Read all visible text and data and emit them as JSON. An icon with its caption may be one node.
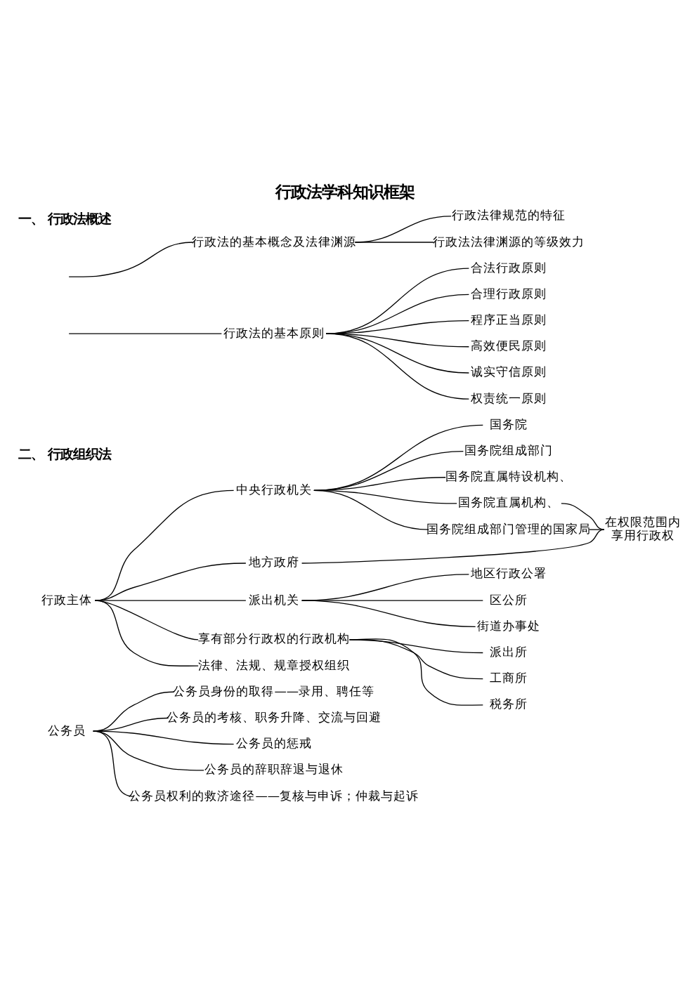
{
  "diagram": {
    "title": "行政法学科知识框架",
    "nodes": [
      {
        "text": [
          "行政法的基本概念及法律渊源"
        ]
      },
      {
        "text": [
          "行政法律规范的特征"
        ]
      },
      {
        "text": [
          "行政法法律渊源的等级效力"
        ]
      },
      {
        "text": [
          "行政法的基本原则"
        ]
      },
      {
        "text": [
          "合法行政原则"
        ]
      },
      {
        "text": [
          "合理行政原则"
        ]
      },
      {
        "text": [
          "程序正当原则"
        ]
      },
      {
        "text": [
          "高效便民原则"
        ]
      },
      {
        "text": [
          "诚实守信原则"
        ]
      },
      {
        "text": [
          "权责统一原则"
        ]
      },
      {
        "text": [
          "行政主体"
        ]
      },
      {
        "text": [
          "中央行政机关"
        ]
      },
      {
        "text": [
          "国务院"
        ]
      },
      {
        "text": [
          "国务院组成部门"
        ]
      },
      {
        "text": [
          "国务院直属特设机构、"
        ]
      },
      {
        "text": [
          "国务院直属机构、"
        ]
      },
      {
        "text": [
          "国务院组成部门管理的国家局"
        ]
      },
      {
        "text": [
          "在权限范围内享用行政权"
        ]
      },
      {
        "text": [
          "地方政府"
        ]
      },
      {
        "text": [
          "派出机关"
        ]
      },
      {
        "text": [
          "地区行政公署"
        ]
      },
      {
        "text": [
          "区公所"
        ]
      },
      {
        "text": [
          "街道办事处"
        ]
      },
      {
        "text": [
          "享有部分行政权的行政机构"
        ]
      },
      {
        "text": [
          "派出所"
        ]
      },
      {
        "text": [
          "工商所"
        ]
      },
      {
        "text": [
          "税务所"
        ]
      },
      {
        "text": [
          "法律、法规、规章授权组织"
        ]
      },
      {
        "text": [
          "公务员"
        ]
      },
      {
        "text": [
          "公务员身份的取得——录用、聘任等"
        ]
      },
      {
        "text": [
          "公务员的考核、职务升降、交流与回避"
        ]
      },
      {
        "text": [
          "公务员的惩戒"
        ]
      },
      {
        "text": [
          "公务员的辞职辞退与退休"
        ]
      },
      {
        "text": [
          "公务员权利的救济途径——复核与申诉；仲裁与起诉"
        ]
      }
    ],
    "edges": [
      {
        "from": null,
        "to": 0,
        "arrow": "none"
      },
      {
        "from": null,
        "to": 3,
        "arrow": "none"
      },
      {
        "from": 0,
        "to": 1,
        "arrow": "none"
      },
      {
        "from": 0,
        "to": 2,
        "arrow": "none"
      },
      {
        "from": 3,
        "to": 4,
        "arrow": "none"
      },
      {
        "from": 3,
        "to": 5,
        "arrow": "none"
      },
      {
        "from": 3,
        "to": 6,
        "arrow": "none"
      },
      {
        "from": 3,
        "to": 7,
        "arrow": "none"
      },
      {
        "from": 3,
        "to": 8,
        "arrow": "none"
      },
      {
        "from": 3,
        "to": 9,
        "arrow": "none"
      },
      {
        "from": 10,
        "to": 11,
        "arrow": "none"
      },
      {
        "from": 10,
        "to": 18,
        "arrow": "none"
      },
      {
        "from": 10,
        "to": 19,
        "arrow": "none"
      },
      {
        "from": 10,
        "to": 23,
        "arrow": "none"
      },
      {
        "from": 10,
        "to": 27,
        "arrow": "none"
      },
      {
        "from": 11,
        "to": 12,
        "arrow": "none"
      },
      {
        "from": 11,
        "to": 13,
        "arrow": "none"
      },
      {
        "from": 11,
        "to": 14,
        "arrow": "none"
      },
      {
        "from": 11,
        "to": 15,
        "arrow": "none"
      },
      {
        "from": 11,
        "to": 16,
        "arrow": "none"
      },
      {
        "from": 15,
        "to": 17,
        "arrow": "none"
      },
      {
        "from": 16,
        "to": 17,
        "arrow": "none"
      },
      {
        "from": 18,
        "to": 17,
        "arrow": "none"
      },
      {
        "from": 19,
        "to": 20,
        "arrow": "none"
      },
      {
        "from": 19,
        "to": 21,
        "arrow": "none"
      },
      {
        "from": 19,
        "to": 22,
        "arrow": "none"
      },
      {
        "from": 23,
        "to": 24,
        "arrow": "none"
      },
      {
        "from": 23,
        "to": 25,
        "arrow": "none"
      },
      {
        "from": 23,
        "to": 26,
        "arrow": "none"
      },
      {
        "from": 28,
        "to": 29,
        "arrow": "none"
      },
      {
        "from": 28,
        "to": 30,
        "arrow": "none"
      },
      {
        "from": 28,
        "to": 31,
        "arrow": "none"
      },
      {
        "from": 28,
        "to": 32,
        "arrow": "none"
      },
      {
        "from": 28,
        "to": 33,
        "arrow": "none"
      }
    ],
    "labels": [
      "一、 行政法概述",
      "二、 行政组织法"
    ]
  }
}
